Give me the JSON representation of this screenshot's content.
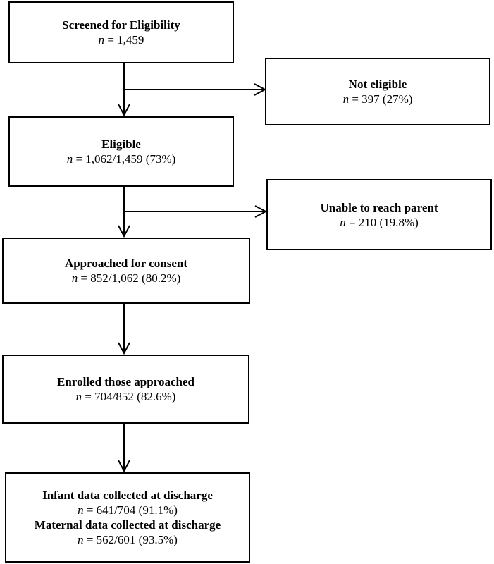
{
  "boxes": {
    "screened": {
      "title": "Screened for Eligibility",
      "n_label": "n",
      "n_value": " = 1,459"
    },
    "not_eligible": {
      "title": "Not eligible",
      "n_label": "n",
      "n_value": " = 397 (27%)"
    },
    "eligible": {
      "title": "Eligible",
      "n_label": "n",
      "n_value": " = 1,062/1,459 (73%)"
    },
    "unable": {
      "title": "Unable to reach parent",
      "n_label": "n",
      "n_value": " = 210 (19.8%)"
    },
    "approached": {
      "title": "Approached for consent",
      "n_label": "n",
      "n_value": " = 852/1,062 (80.2%)"
    },
    "enrolled": {
      "title": "Enrolled those approached",
      "n_label": "n",
      "n_value": " = 704/852 (82.6%)"
    },
    "discharge": {
      "title_infant": "Infant data collected at discharge",
      "infant_n_label": "n",
      "infant_n_value": " = 641/704 (91.1%)",
      "title_maternal": "Maternal data collected at discharge",
      "maternal_n_label": "n",
      "maternal_n_value": " = 562/601 (93.5%)"
    }
  }
}
